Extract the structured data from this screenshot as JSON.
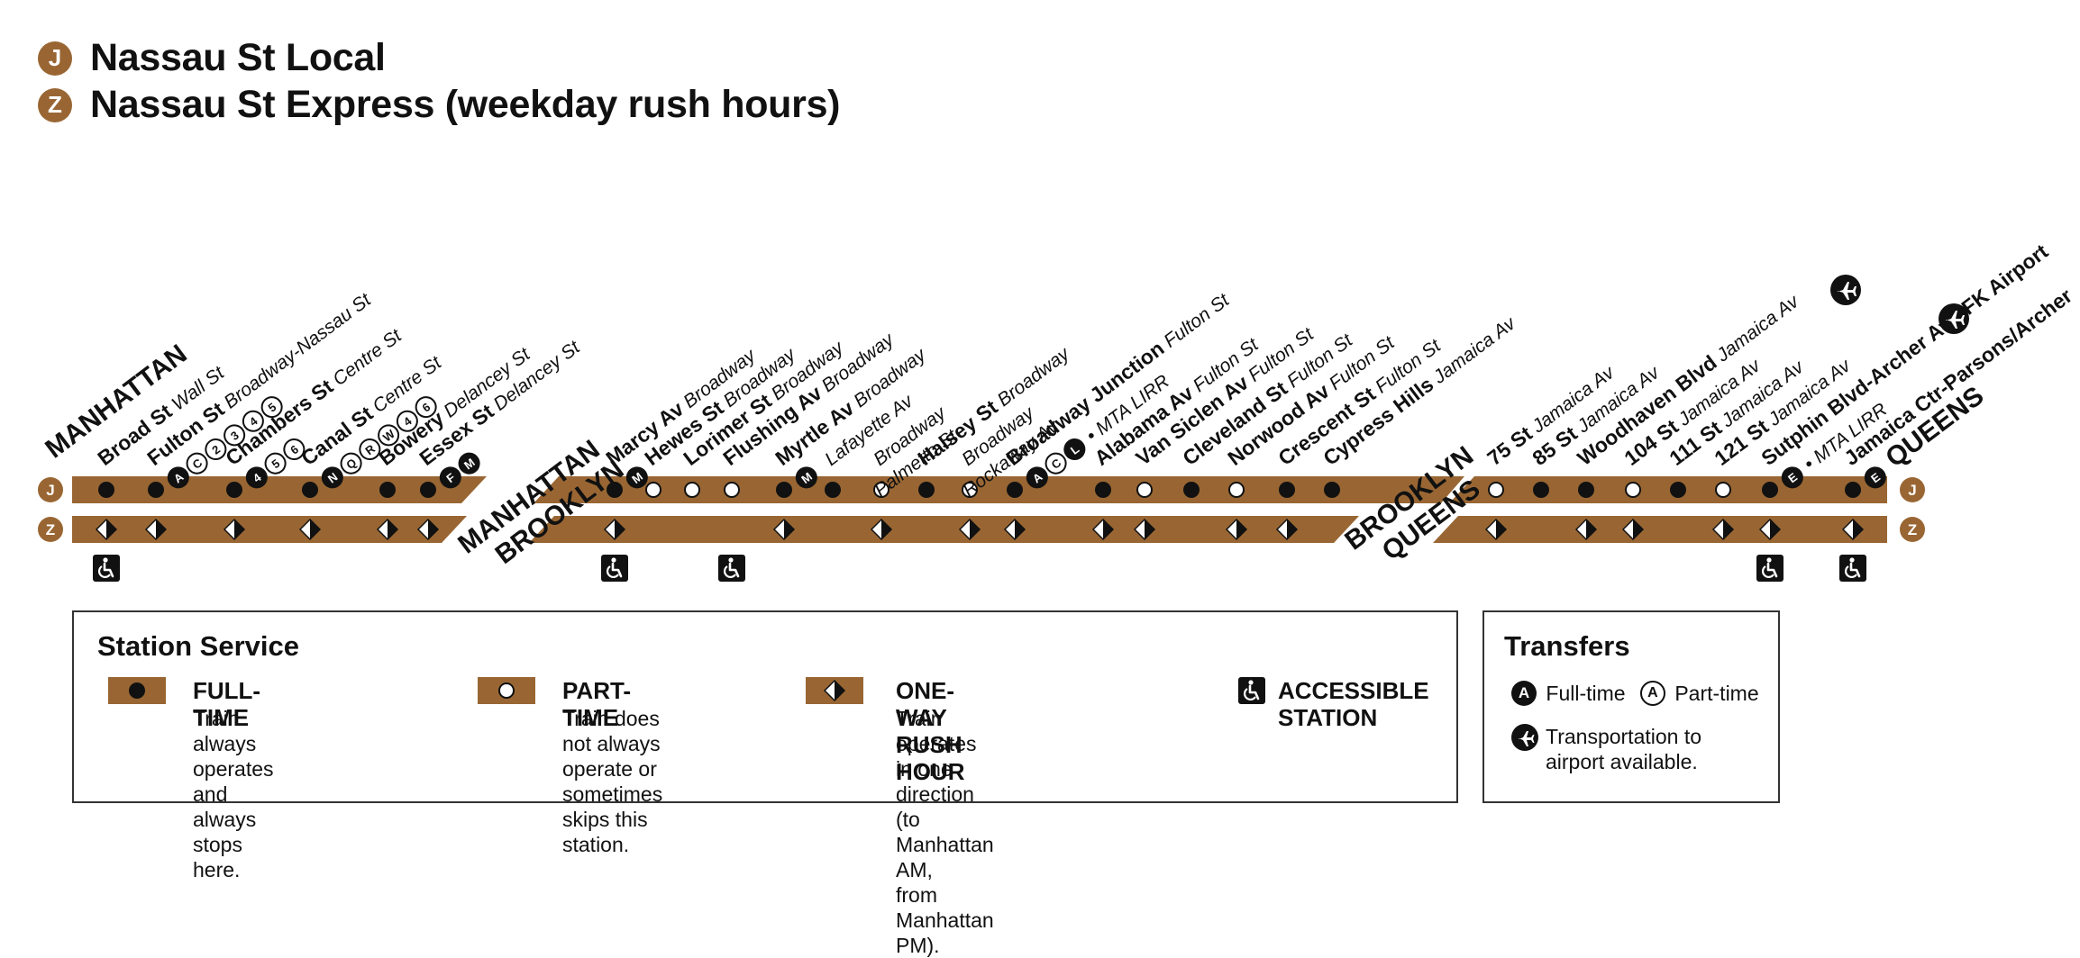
{
  "routes": [
    {
      "bullet": "J",
      "name": "Nassau St Local"
    },
    {
      "bullet": "Z",
      "name": "Nassau St Express (weekday rush hours)"
    }
  ],
  "colors": {
    "line": "#996633",
    "stop": "#111111",
    "part_time_fill": "#ffffff"
  },
  "boroughs": [
    {
      "label": "MANHATTAN",
      "role": "start"
    },
    {
      "label": "MANHATTAN",
      "label2": "BROOKLYN",
      "role": "boundary"
    },
    {
      "label": "BROOKLYN",
      "label2": "QUEENS",
      "role": "boundary"
    },
    {
      "label": "QUEENS",
      "role": "end"
    }
  ],
  "stations": [
    {
      "name": "Broad St",
      "street": "Wall St",
      "j": "full",
      "z": "oneway",
      "acc": true
    },
    {
      "name": "Fulton St",
      "street": "Broadway-Nassau St",
      "j": "full",
      "z": "oneway",
      "acc": false,
      "transfers": [
        "A",
        "C",
        "2",
        "3",
        "4",
        "5"
      ]
    },
    {
      "name": "Chambers St",
      "street": "Centre St",
      "j": "full",
      "z": "oneway",
      "acc": false,
      "transfers": [
        "4",
        "5",
        "6"
      ]
    },
    {
      "name": "Canal St",
      "street": "Centre St",
      "j": "full",
      "z": "oneway",
      "acc": false,
      "transfers": [
        "N",
        "Q",
        "R",
        "W",
        "4",
        "6"
      ]
    },
    {
      "name": "Bowery",
      "street": "Delancey St",
      "j": "full",
      "z": "oneway",
      "acc": false
    },
    {
      "name": "Essex St",
      "street": "Delancey St",
      "j": "full",
      "z": "oneway",
      "acc": false,
      "transfers": [
        "F",
        "M"
      ]
    },
    {
      "name": "Marcy Av",
      "street": "Broadway",
      "j": "full",
      "z": "oneway",
      "acc": true,
      "transfers": [
        "M"
      ]
    },
    {
      "name": "Hewes St",
      "street": "Broadway",
      "j": "part",
      "z": "none",
      "acc": false
    },
    {
      "name": "Lorimer St",
      "street": "Broadway",
      "j": "part",
      "z": "none",
      "acc": false
    },
    {
      "name": "Flushing Av",
      "street": "Broadway",
      "j": "part",
      "z": "none",
      "acc": true
    },
    {
      "name": "Myrtle Av",
      "street": "Broadway",
      "j": "full",
      "z": "oneway",
      "acc": false,
      "transfers": [
        "M"
      ]
    },
    {
      "name": "",
      "street": "Lafayette Av",
      "j": "full",
      "z": "none",
      "acc": false
    },
    {
      "name": "",
      "street": "Broadway",
      "street_b": "Palmetto St",
      "j": "part",
      "z": "oneway",
      "acc": false
    },
    {
      "name": "Halsey St",
      "street": "Broadway",
      "j": "full",
      "z": "none",
      "acc": false
    },
    {
      "name": "",
      "street": "Broadway",
      "street_b": "Rockaway Av",
      "j": "part",
      "z": "oneway",
      "acc": false
    },
    {
      "name": "Broadway Junction",
      "street": "Fulton St",
      "extra": "• MTA LIRR",
      "j": "full",
      "z": "oneway",
      "acc": false,
      "transfers": [
        "A",
        "C",
        "L"
      ]
    },
    {
      "name": "Alabama Av",
      "street": "Fulton St",
      "j": "full",
      "z": "oneway",
      "acc": false
    },
    {
      "name": "Van Siclen Av",
      "street": "Fulton St",
      "j": "part",
      "z": "oneway",
      "acc": false
    },
    {
      "name": "Cleveland St",
      "street": "Fulton St",
      "j": "full",
      "z": "none",
      "acc": false
    },
    {
      "name": "Norwood Av",
      "street": "Fulton St",
      "j": "part",
      "z": "oneway",
      "acc": false
    },
    {
      "name": "Crescent St",
      "street": "Fulton St",
      "j": "full",
      "z": "oneway",
      "acc": false
    },
    {
      "name": "Cypress Hills",
      "street": "Jamaica Av",
      "j": "full",
      "z": "none",
      "acc": false
    },
    {
      "name": "75 St",
      "street": "Jamaica Av",
      "j": "part",
      "z": "oneway",
      "acc": false
    },
    {
      "name": "85 St",
      "street": "Jamaica Av",
      "j": "full",
      "z": "none",
      "acc": false
    },
    {
      "name": "Woodhaven Blvd",
      "street": "Jamaica Av",
      "j": "full",
      "z": "oneway",
      "acc": false
    },
    {
      "name": "104 St",
      "street": "Jamaica Av",
      "j": "part",
      "z": "oneway",
      "acc": false
    },
    {
      "name": "111 St",
      "street": "Jamaica Av",
      "j": "full",
      "z": "none",
      "acc": false
    },
    {
      "name": "121 St",
      "street": "Jamaica Av",
      "j": "part",
      "z": "oneway",
      "acc": false
    },
    {
      "name": "Sutphin Blvd-Archer Av-JFK Airport",
      "street": "",
      "extra": "• MTA LIRR",
      "j": "full",
      "z": "oneway",
      "acc": true,
      "transfers": [
        "E"
      ],
      "airport": true
    },
    {
      "name": "Jamaica Ctr-Parsons/Archer",
      "street": "",
      "j": "full",
      "z": "oneway",
      "acc": true,
      "transfers": [
        "E"
      ],
      "airport": true
    }
  ],
  "legend": {
    "title": "Station Service",
    "items": [
      {
        "title": "FULL-TIME",
        "desc": [
          "Train always operates and",
          "always stops here."
        ]
      },
      {
        "title": "PART-TIME",
        "desc": [
          "Train does not always",
          "operate or sometimes",
          "skips this station."
        ]
      },
      {
        "title": "ONE-WAY RUSH HOUR",
        "desc": [
          "Train operates in one direction",
          "(to Manhattan AM,",
          "from Manhattan PM)."
        ]
      },
      {
        "title": "ACCESSIBLE",
        "title2": "STATION"
      }
    ]
  },
  "transfers_box": {
    "title": "Transfers",
    "sample": "A",
    "full": "Full-time",
    "part": "Part-time",
    "airport": [
      "Transportation to",
      "airport available."
    ]
  },
  "icons": [
    "accessible-icon",
    "airplane-icon"
  ]
}
